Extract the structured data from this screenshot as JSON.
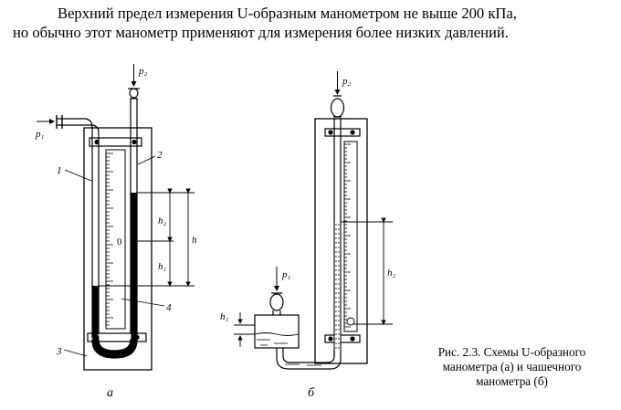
{
  "paragraph": {
    "line1": "Верхний предел измерения U-образным манометром не выше 200 кПа,",
    "line2": "но обычно этот манометр применяют для измерения более низких давлений."
  },
  "figure_a": {
    "p1": "p₁",
    "p2": "p₂",
    "h": "h",
    "h1": "h₁",
    "h2": "h₂",
    "zero": "0",
    "n1": "1",
    "n2": "2",
    "n3": "3",
    "n4": "4",
    "sublabel": "а"
  },
  "figure_b": {
    "p1": "p₁",
    "p2": "p₂",
    "h1": "h₁",
    "h2": "h₂",
    "sublabel": "б"
  },
  "caption": {
    "line1": "Рис. 2.3. Схемы U-образного",
    "line2": "манометра (а) и чашечного",
    "line3": "манометра (б)"
  }
}
